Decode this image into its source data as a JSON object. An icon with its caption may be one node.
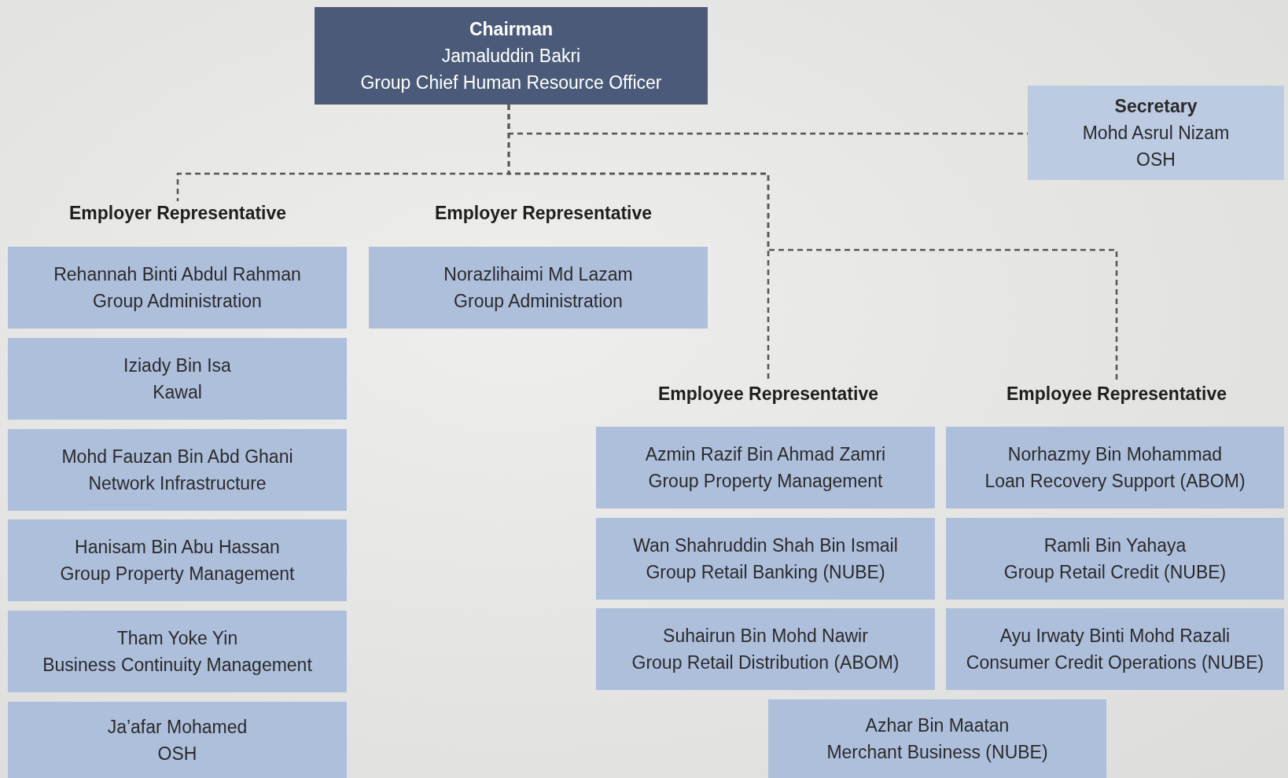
{
  "diagram": {
    "nodes": [
      {
        "text": [
          "Chairman",
          "Jamaluddin Bakri",
          "Group Chief Human Resource Officer"
        ]
      },
      {
        "text": [
          "Secretary",
          "Mohd Asrul Nizam",
          "OSH"
        ]
      },
      {
        "text": [
          "Employer Representative"
        ]
      },
      {
        "text": [
          "Employer Representative"
        ]
      },
      {
        "text": [
          "Rehannah Binti Abdul Rahman",
          "Group Administration"
        ]
      },
      {
        "text": [
          "Iziady Bin Isa",
          "Kawal"
        ]
      },
      {
        "text": [
          "Mohd Fauzan Bin Abd Ghani",
          "Network Infrastructure"
        ]
      },
      {
        "text": [
          "Hanisam Bin Abu Hassan",
          "Group Property Management"
        ]
      },
      {
        "text": [
          "Tham Yoke Yin",
          "Business Continuity Management"
        ]
      },
      {
        "text": [
          "Ja’afar Mohamed",
          "OSH"
        ]
      },
      {
        "text": [
          "Norazlihaimi Md Lazam",
          "Group Administration"
        ]
      },
      {
        "text": [
          "Employee Representative"
        ]
      },
      {
        "text": [
          "Employee Representative"
        ]
      },
      {
        "text": [
          "Azmin Razif Bin Ahmad Zamri",
          "Group Property Management"
        ]
      },
      {
        "text": [
          "Wan Shahruddin Shah Bin Ismail",
          "Group Retail Banking (NUBE)"
        ]
      },
      {
        "text": [
          "Suhairun Bin Mohd Nawir",
          "Group Retail Distribution (ABOM)"
        ]
      },
      {
        "text": [
          "Norhazmy Bin Mohammad",
          "Loan Recovery Support (ABOM)"
        ]
      },
      {
        "text": [
          "Ramli Bin Yahaya",
          "Group Retail Credit (NUBE)"
        ]
      },
      {
        "text": [
          "Ayu Irwaty Binti Mohd Razali",
          "Consumer Credit Operations (NUBE)"
        ]
      },
      {
        "text": [
          "Azhar Bin Maatan",
          "Merchant Business (NUBE)"
        ]
      }
    ],
    "edges": [
      {
        "from": 0,
        "to": 1,
        "arrow": "none",
        "style": "dashed"
      },
      {
        "from": 0,
        "to": 2,
        "arrow": "none",
        "style": "dashed"
      },
      {
        "from": 0,
        "to": 11,
        "arrow": "none",
        "style": "dashed"
      },
      {
        "from": 0,
        "to": 12,
        "arrow": "none",
        "style": "dashed"
      }
    ]
  }
}
